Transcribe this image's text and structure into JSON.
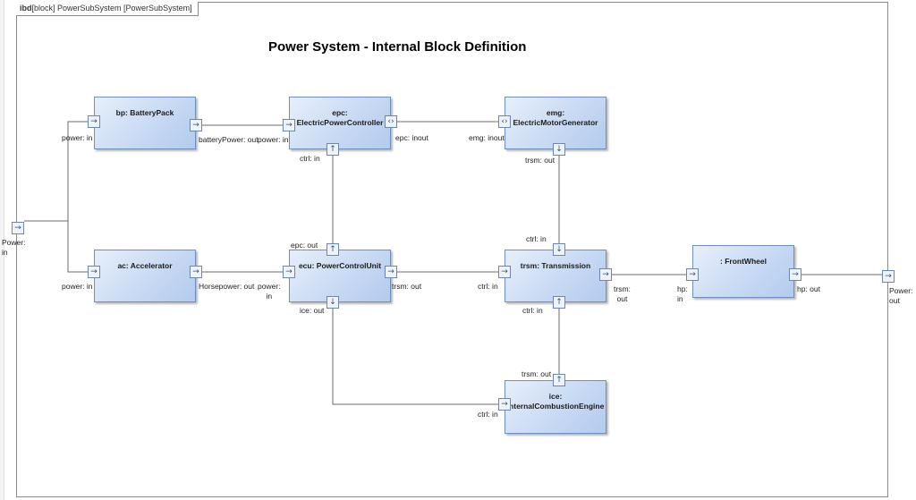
{
  "frame": {
    "kind": "ibd",
    "label": "[block] PowerSubSystem [PowerSubSystem]"
  },
  "title": "Power System - Internal Block Definition",
  "blocks": {
    "bp": "bp: BatteryPack",
    "epc": "epc:\nElectricPowerController",
    "emg": "emg:\nElectricMotorGenerator",
    "ac": "ac: Accelerator",
    "ecu": "ecu: PowerControlUnit",
    "trsm": "trsm: Transmission",
    "fw": ": FrontWheel",
    "ice": "ice:\nInternalCombustionEngine"
  },
  "labels": {
    "power_in_outer": "Power:\nin",
    "power_out_outer": "Power:\nout",
    "bp_power_in": "power: in",
    "bp_battery_out": "batteryPower: out",
    "epc_power_in": "power: in",
    "epc_inout": "epc: inout",
    "epc_ctrl_in": "ctrl: in",
    "emg_inout": "emg: inout",
    "emg_trsm_out": "trsm: out",
    "ac_power_in": "power: in",
    "ac_horsepower_out": "Horsepower: out",
    "ecu_power_in": "power:\nin",
    "ecu_epc_out": "epc: out",
    "ecu_trsm_out": "trsm: out",
    "ecu_ice_out": "ice: out",
    "trsm_ctrl_in_top": "ctrl: in",
    "trsm_ctrl_in_left": "ctrl: in",
    "trsm_ctrl_in_bottom": "ctrl: in",
    "trsm_trsm_out": "trsm:\nout",
    "fw_hp_in": "hp:\nin",
    "fw_hp_out": "hp: out",
    "ice_trsm_out": "trsm: out",
    "ice_ctrl_in": "ctrl: in"
  },
  "icons": {
    "arrow_right": "→",
    "arrow_up": "↑",
    "arrow_down": "↓",
    "inout": "‹›"
  },
  "colors": {
    "block_fill": "#c6d8f3",
    "block_border": "#6f8fbf",
    "wire": "#6b6b6b"
  }
}
